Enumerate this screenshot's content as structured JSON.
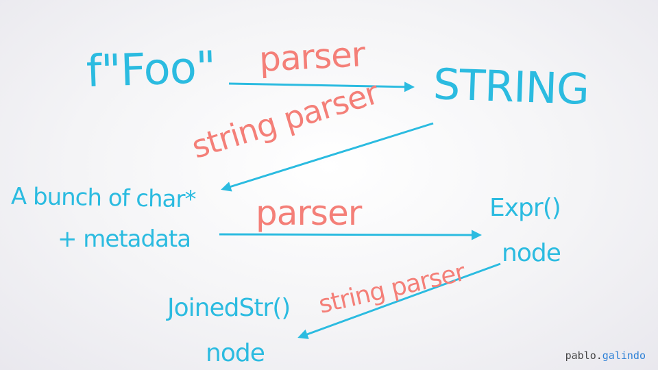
{
  "labels": {
    "fstring": "f\"Foo\"",
    "parser_1": "parser",
    "string_token": "STRING",
    "string_parser_1": "string parser",
    "char_data_line1": "A bunch of char*",
    "char_data_line2": "+ metadata",
    "parser_2": "parser",
    "expr_line1": "Expr()",
    "expr_line2": "node",
    "string_parser_2": "string parser",
    "joinedstr_line1": "JoinedStr()",
    "joinedstr_line2": "node"
  },
  "footer": {
    "author_first": "pablo",
    "author_dot": ".",
    "author_last": "galindo"
  },
  "colors": {
    "blue": "#2bbbe0",
    "coral": "#f47f78"
  }
}
